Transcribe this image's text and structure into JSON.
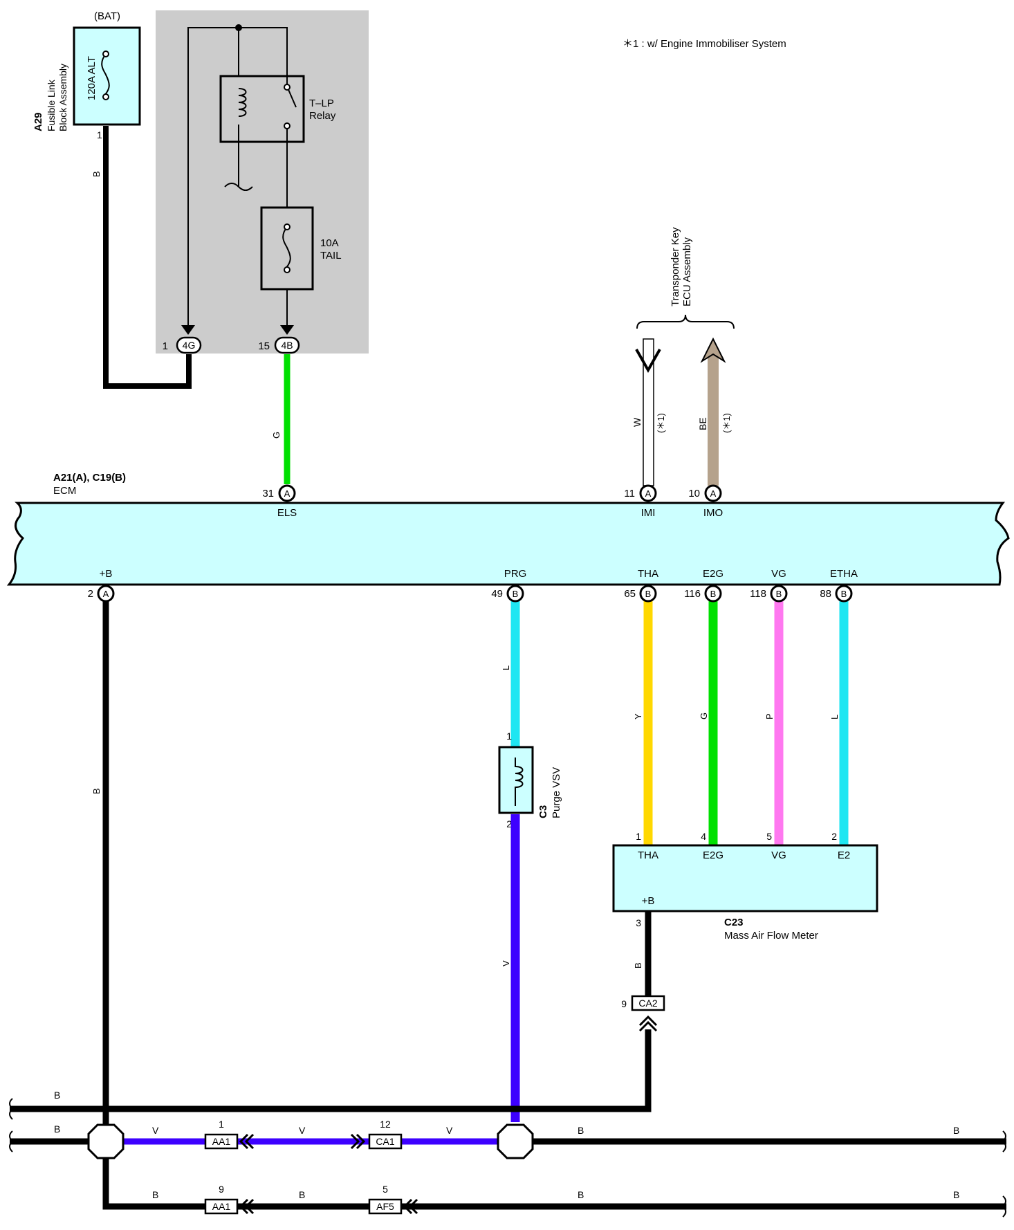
{
  "note": "＊1 : w/ Engine Immobiliser System",
  "colors": {
    "B": "#000000",
    "G": "#00e000",
    "W": "#ffffff",
    "BE": "#b5a28c",
    "L": "#1ee6f2",
    "Y": "#ffd800",
    "P": "#ff78f0",
    "V": "#3d00ff",
    "component_fill": "#ccffff",
    "relay_box_fill": "#cccccc"
  },
  "fusible_link": {
    "top_label": "(BAT)",
    "fuse_label": "120A ALT",
    "code": "A29",
    "name_line1": "Fusible Link",
    "name_line2": "Block Assembly",
    "pin": "1",
    "wire_color": "B"
  },
  "relay_block": {
    "relay_name_1": "T–LP",
    "relay_name_2": "Relay",
    "fuse_amp": "10A",
    "fuse_name": "TAIL",
    "conn1_pin": "1",
    "conn1_code": "4G",
    "conn2_pin": "15",
    "conn2_code": "4B",
    "wire_g": "G"
  },
  "transponder": {
    "name_line1": "Transponder Key",
    "name_line2": "ECU Assembly",
    "wire_w": "W",
    "wire_be": "BE",
    "note_tag": "(＊1)"
  },
  "ecm": {
    "code": "A21(A), C19(B)",
    "name": "ECM",
    "top_pins": [
      {
        "num": "31",
        "conn": "A",
        "label": "ELS"
      },
      {
        "num": "11",
        "conn": "A",
        "label": "IMI"
      },
      {
        "num": "10",
        "conn": "A",
        "label": "IMO"
      }
    ],
    "bottom_pins": [
      {
        "num": "2",
        "conn": "A",
        "label": "+B",
        "wire": "B"
      },
      {
        "num": "49",
        "conn": "B",
        "label": "PRG",
        "wire": "L"
      },
      {
        "num": "65",
        "conn": "B",
        "label": "THA",
        "wire": "Y"
      },
      {
        "num": "116",
        "conn": "B",
        "label": "E2G",
        "wire": "G"
      },
      {
        "num": "118",
        "conn": "B",
        "label": "VG",
        "wire": "P"
      },
      {
        "num": "88",
        "conn": "B",
        "label": "ETHA",
        "wire": "L"
      }
    ]
  },
  "purge_vsv": {
    "code": "C3",
    "name": "Purge VSV",
    "pin_top": "1",
    "pin_bottom": "2",
    "wire_bottom": "V"
  },
  "maf": {
    "code": "C23",
    "name": "Mass Air Flow Meter",
    "pins": [
      {
        "num": "1",
        "label": "THA"
      },
      {
        "num": "4",
        "label": "E2G"
      },
      {
        "num": "5",
        "label": "VG"
      },
      {
        "num": "2",
        "label": "E2"
      }
    ],
    "power_label": "+B",
    "power_pin": "3",
    "power_wire": "B",
    "connector_pin": "9",
    "connector": "CA2"
  },
  "ground_bus": {
    "line1_label": "B",
    "line2_left": "B",
    "line2_v1": "V",
    "conn_aa1_pin": "1",
    "conn_aa1": "AA1",
    "line2_v2": "V",
    "conn_ca1_pin": "12",
    "conn_ca1": "CA1",
    "line2_v3": "V",
    "line2_b_mid": "B",
    "line2_b_right": "B",
    "line3_b1": "B",
    "conn_aa1b_pin": "9",
    "conn_aa1b": "AA1",
    "line3_b2": "B",
    "conn_af5_pin": "5",
    "conn_af5": "AF5",
    "line3_b3": "B",
    "line3_b4": "B"
  }
}
